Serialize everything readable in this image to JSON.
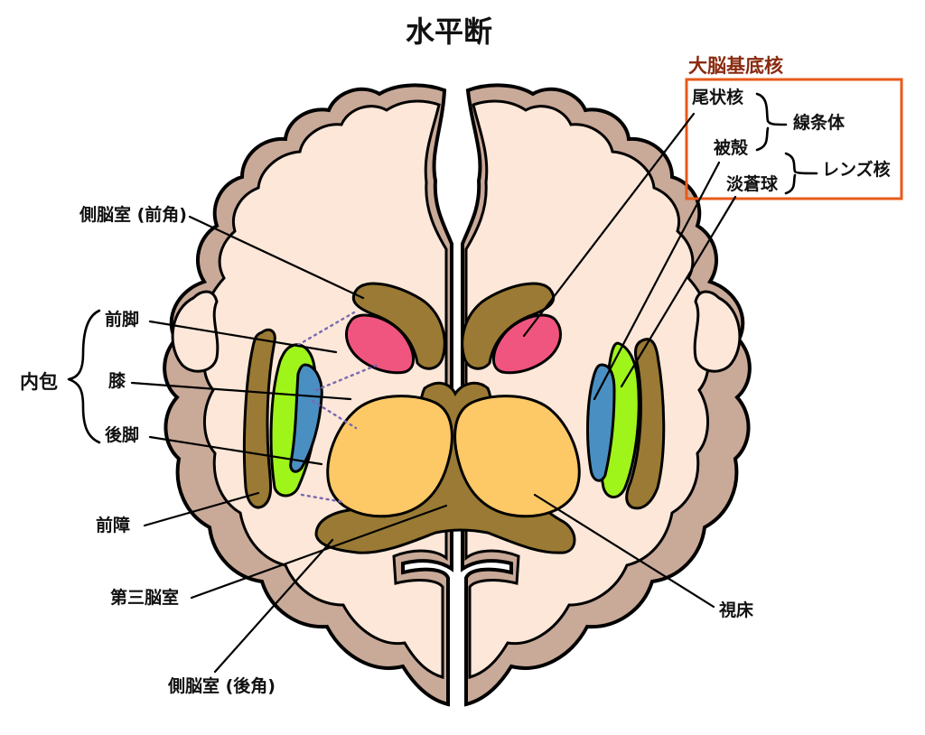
{
  "title": "水平断",
  "colors": {
    "cortex": "#c9a998",
    "white_matter": "#fce7d9",
    "ventricle": "#9a7a34",
    "caudate": "#f0557f",
    "putamen": "#4a8fc2",
    "globus_pallidus": "#9ff41a",
    "thalamus": "#fdc866",
    "box": "#e85a1a",
    "box_title": "#8a2b10"
  },
  "basal_ganglia": {
    "box_title": "大脳基底核",
    "caudate": "尾状核",
    "putamen": "被殻",
    "globus_pallidus": "淡蒼球",
    "striatum": "線条体",
    "lentiform": "レンズ核"
  },
  "left_labels": {
    "anterior_horn": "側脳室 (前角)",
    "anterior_limb": "前脚",
    "genu": "膝",
    "posterior_limb": "後脚",
    "internal_capsule": "内包",
    "claustrum": "前障",
    "third_ventricle": "第三脳室",
    "posterior_horn": "側脳室 (後角)"
  },
  "right_labels": {
    "thalamus": "視床"
  }
}
